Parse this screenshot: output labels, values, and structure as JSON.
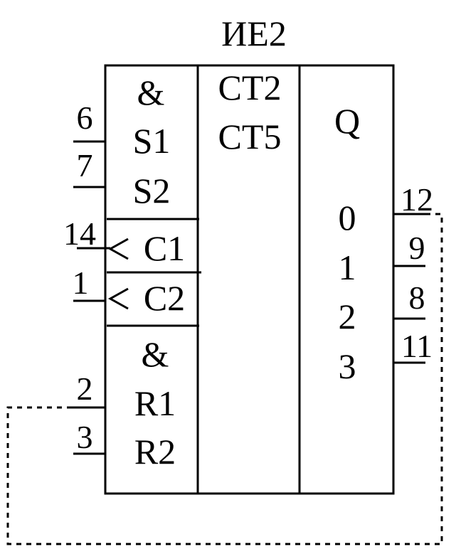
{
  "title": "ИЕ2",
  "left_column": {
    "and_top": "&",
    "s1": "S1",
    "s2": "S2",
    "c1": "C1",
    "c2": "C2",
    "and_bottom": "&",
    "r1": "R1",
    "r2": "R2"
  },
  "middle_column": {
    "line1": "CT2",
    "line2": "CT5"
  },
  "right_column": {
    "header": "Q",
    "out0": "0",
    "out1": "1",
    "out2": "2",
    "out3": "3"
  },
  "pins_left": {
    "s1": "6",
    "s2": "7",
    "c1": "14",
    "c2": "1",
    "r1": "2",
    "r2": "3"
  },
  "pins_right": {
    "q0": "12",
    "q1": "9",
    "q2": "8",
    "q3": "11"
  },
  "colors": {
    "stroke": "#000000",
    "background": "#ffffff"
  },
  "line_styles": {
    "feedback_wire": "dotted"
  }
}
